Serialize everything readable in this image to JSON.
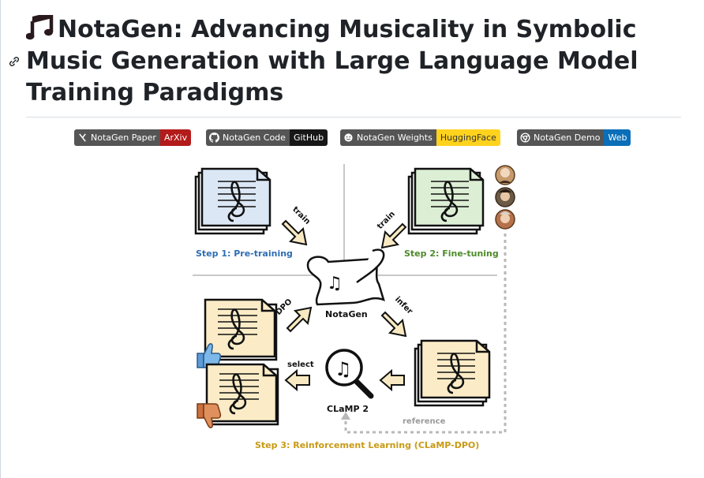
{
  "heading": {
    "icon": "musical-notes-emoji",
    "title": "NotaGen: Advancing Musicality in Symbolic Music Generation with Large Language Model Training Paradigms"
  },
  "badges": [
    {
      "label": "NotaGen Paper",
      "value": "ArXiv",
      "icon": "arxiv-icon",
      "color": "#b31b1b"
    },
    {
      "label": "NotaGen Code",
      "value": "GitHub",
      "icon": "github-icon",
      "color": "#181717"
    },
    {
      "label": "NotaGen Weights",
      "value": "HuggingFace",
      "icon": "huggingface-icon",
      "color": "#ffd21e"
    },
    {
      "label": "NotaGen Demo",
      "value": "Web",
      "icon": "chrome-icon",
      "color": "#0a6fb8"
    }
  ],
  "figure": {
    "step1": "Step 1: Pre-training",
    "step2": "Step 2: Fine-tuning",
    "step3": "Step 3: Reinforcement Learning (CLaMP-DPO)",
    "model": "NotaGen",
    "scorer": "CLaMP 2",
    "arrow_train_1": "train",
    "arrow_train_2": "train",
    "arrow_infer": "infer",
    "arrow_dpo": "DPO",
    "arrow_select": "select",
    "arrow_reference": "reference",
    "colors": {
      "step1": "#2f6db3",
      "step2": "#4e8a2a",
      "step3": "#c89a14",
      "pretrain_sheet": "#dbe7f5",
      "finetune_sheet": "#dcefd4",
      "rl_sheet": "#fbecc7",
      "arrow_fill": "#f8e9c2"
    }
  }
}
